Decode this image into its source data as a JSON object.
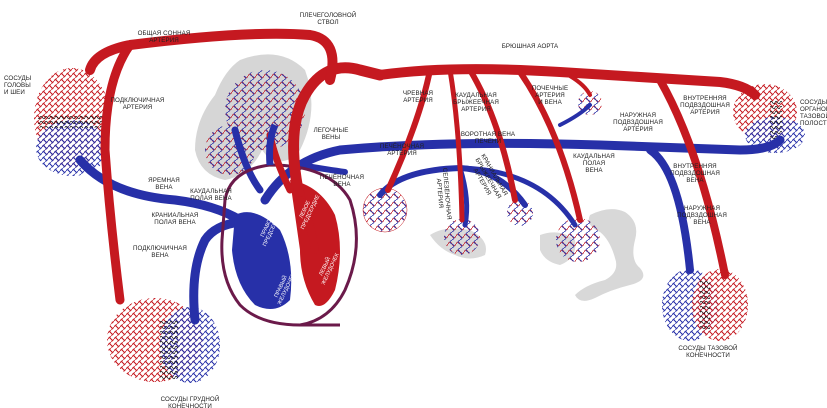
{
  "colors": {
    "artery": "#c51920",
    "vein": "#2730a8",
    "capillary_bg": "#d8d8d8",
    "label": "#222222"
  },
  "labels": {
    "brachiocephalic_trunk": "ПЛЕЧЕГОЛОВНОЙ\nСТВОЛ",
    "common_carotid": "ОБЩАЯ СОННАЯ\nАРТЕРИЯ",
    "head_neck_vessels": "СОСУДЫ\nГОЛОВЫ\nИ ШЕИ",
    "subclavian_artery": "ПОДКЛЮЧИЧНАЯ\nАРТЕРИЯ",
    "jugular_vein": "ЯРЕМНАЯ\nВЕНА",
    "cranial_vena_cava": "КРАНИАЛЬНАЯ\nПОЛАЯ ВЕНА",
    "subclavian_vein": "ПОДКЛЮЧИЧНАЯ\nВЕНА",
    "thoracic_limb_vessels": "СОСУДЫ ГРУДНОЙ\nКОНЕЧНОСТИ",
    "pulmonary_veins": "ЛЕГОЧНЫЕ\nВЕНЫ",
    "caudal_vena_cava_left": "КАУДАЛЬНАЯ\nПОЛАЯ ВЕНА",
    "hepatic_vein": "ПЕЧЁНОЧНАЯ\nВЕНА",
    "hepatic_artery": "ПЕЧЁНОЧНАЯ\nАРТЕРИЯ",
    "abdominal_aorta": "БРЮШНАЯ АОРТА",
    "celiac_artery": "ЧРЕВНАЯ\nАРТЕРИЯ",
    "caudal_mesenteric_artery": "КАУДАЛЬНАЯ\nБРЫЖЕЕЧНАЯ\nАРТЕРИЯ",
    "portal_vein": "ВОРОТНАЯ ВЕНА\nПЕЧЕНИ",
    "renal_artery_vein": "ПОЧЕЧНЫЕ\nАРТЕРИЯ\nИ ВЕНА",
    "external_iliac_artery": "НАРУЖНАЯ\nПОДВЗДОШНАЯ\nАРТЕРИЯ",
    "internal_iliac_artery": "ВНУТРЕННЯЯ\nПОДВЗДОШНАЯ\nАРТЕРИЯ",
    "pelvic_organs_vessels": "СОСУДЫ\nОРГАНОВ\nТАЗОВОЙ\nПОЛОСТИ",
    "caudal_vena_cava_right": "КАУДАЛЬНАЯ\nПОЛАЯ\nВЕНА",
    "internal_iliac_vein": "ВНУТРЕННЯЯ\nПОДВЗДОШНАЯ\nВЕНА",
    "external_iliac_vein": "НАРУЖНАЯ\nПОДВЗДОШНАЯ\nВЕНА",
    "pelvic_limb_vessels": "СОСУДЫ ТАЗОВОЙ\nКОНЕЧНОСТИ",
    "cranial_mesenteric_artery": "КРАНИАЛЬНАЯ\nБРЫЖЕЕЧНАЯ\nАРТЕРИЯ",
    "splenic_artery": "СЕЛЕЗЁНОЧНАЯ\nАРТЕРИЯ"
  },
  "heart": {
    "right_atrium": "ПРАВОЕ\nПРЕДСЕРДИЕ",
    "left_atrium": "ЛЕВОЕ\nПРЕДСЕРДИЕ",
    "right_ventricle": "ПРАВЫЙ\nЖЕЛУДОЧЕК",
    "left_ventricle": "ЛЕВЫЙ\nЖЕЛУДОЧЕК"
  }
}
